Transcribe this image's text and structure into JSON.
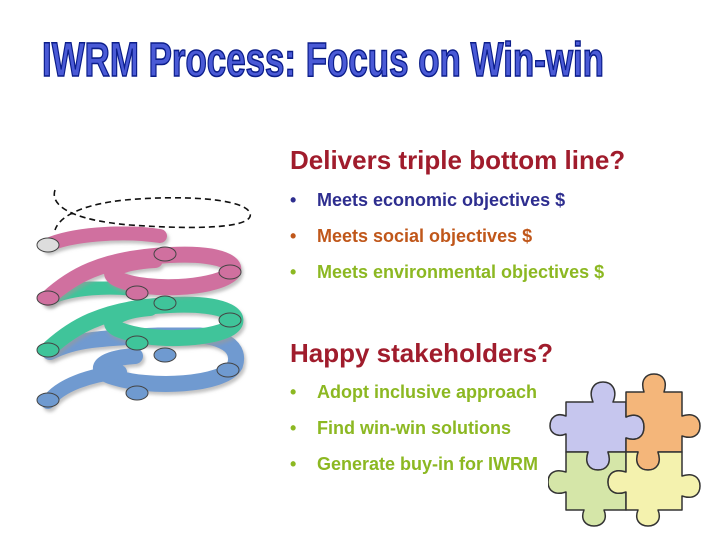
{
  "title": "IWRM Process: Focus on Win-win",
  "section1": {
    "heading": "Delivers triple bottom line?",
    "items": [
      {
        "text": "Meets economic objectives $",
        "color": "#2e2e8f"
      },
      {
        "text": "Meets social objectives $",
        "color": "#c0571a"
      },
      {
        "text": "Meets environmental objectives $",
        "color": "#8cb822"
      }
    ]
  },
  "section2": {
    "heading": "Happy stakeholders?",
    "items": [
      {
        "text": "Adopt inclusive approach",
        "color": "#8cb822"
      },
      {
        "text": "Find win-win solutions",
        "color": "#8cb822"
      },
      {
        "text": "Generate buy-in for IWRM",
        "color": "#8cb822"
      }
    ]
  },
  "bullet_char": "•",
  "colors": {
    "title_fill": "#4a5ad6",
    "heading": "#a01c2c",
    "spiral_pink": "#d0709f",
    "spiral_green": "#3fc49a",
    "spiral_blue": "#6f9ad0",
    "puzzle_blue": "#c6c6ee",
    "puzzle_orange": "#f4b67a",
    "puzzle_green": "#d5e6a8",
    "puzzle_yellow": "#f4f2ae"
  },
  "icons": {
    "spiral": "spiral-process-graphic",
    "puzzle": "puzzle-pieces-graphic"
  }
}
